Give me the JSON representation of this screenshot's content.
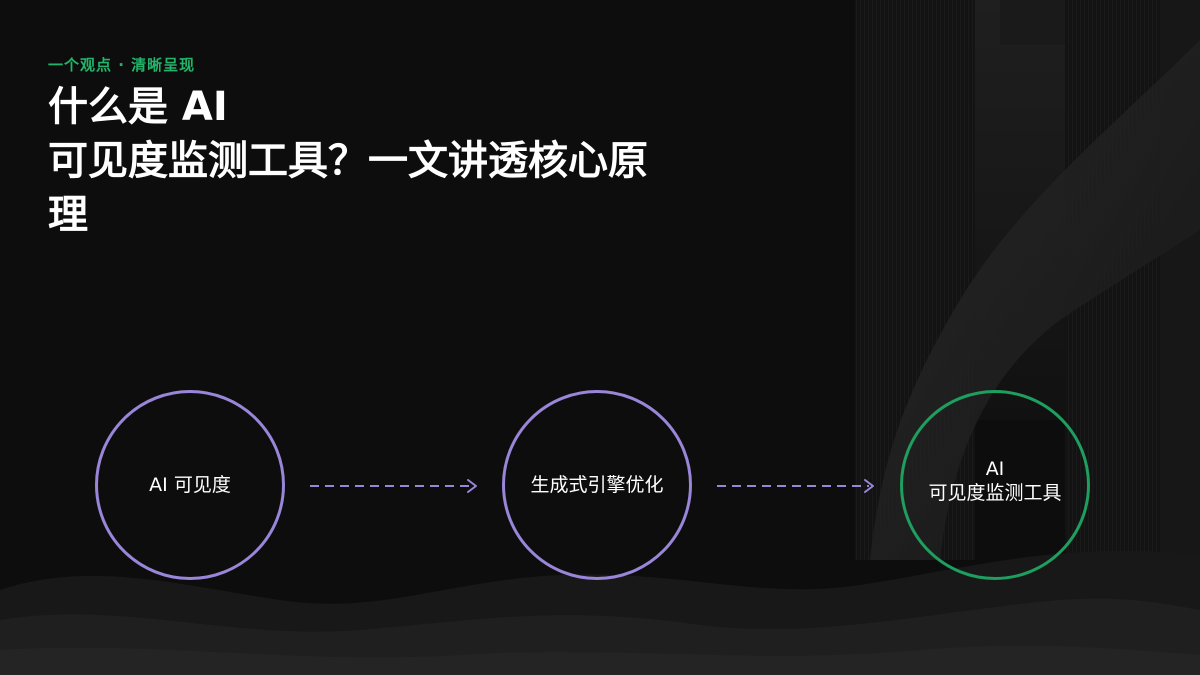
{
  "slide": {
    "kicker": "一个观点 · 清晰呈现",
    "title_lines": [
      "什么是 AI",
      "可见度监测工具？一文讲透核心原",
      "理"
    ]
  },
  "flow": {
    "nodes": [
      {
        "id": "ai-visibility",
        "label_lines": [
          "AI 可见度"
        ],
        "color": "#9a86d8"
      },
      {
        "id": "geo",
        "label_lines": [
          "生成式引擎优化"
        ],
        "color": "#9a86d8"
      },
      {
        "id": "ai-visibility-tool",
        "label_lines": [
          "AI",
          "可见度监测工具"
        ],
        "color": "#1e9e5f"
      }
    ],
    "edges": [
      {
        "from": "ai-visibility",
        "to": "geo",
        "style": "dashed"
      },
      {
        "from": "geo",
        "to": "ai-visibility-tool",
        "style": "dashed"
      }
    ]
  },
  "colors": {
    "background": "#0d0d0d",
    "accent_green": "#22b46a",
    "node_purple": "#9a86d8",
    "node_green": "#1e9e5f",
    "text": "#ffffff"
  }
}
